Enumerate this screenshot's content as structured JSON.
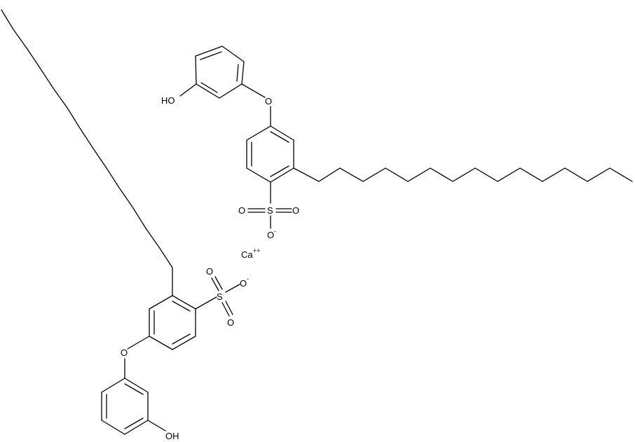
{
  "labels": {
    "oh": "HO",
    "oh_bottom": "OH",
    "ether_o": "O",
    "sulfur": "S",
    "sulfonyl_o": "O",
    "oxide_o": "O",
    "minus": "-",
    "calcium": "Ca",
    "calcium_charge": "++"
  }
}
